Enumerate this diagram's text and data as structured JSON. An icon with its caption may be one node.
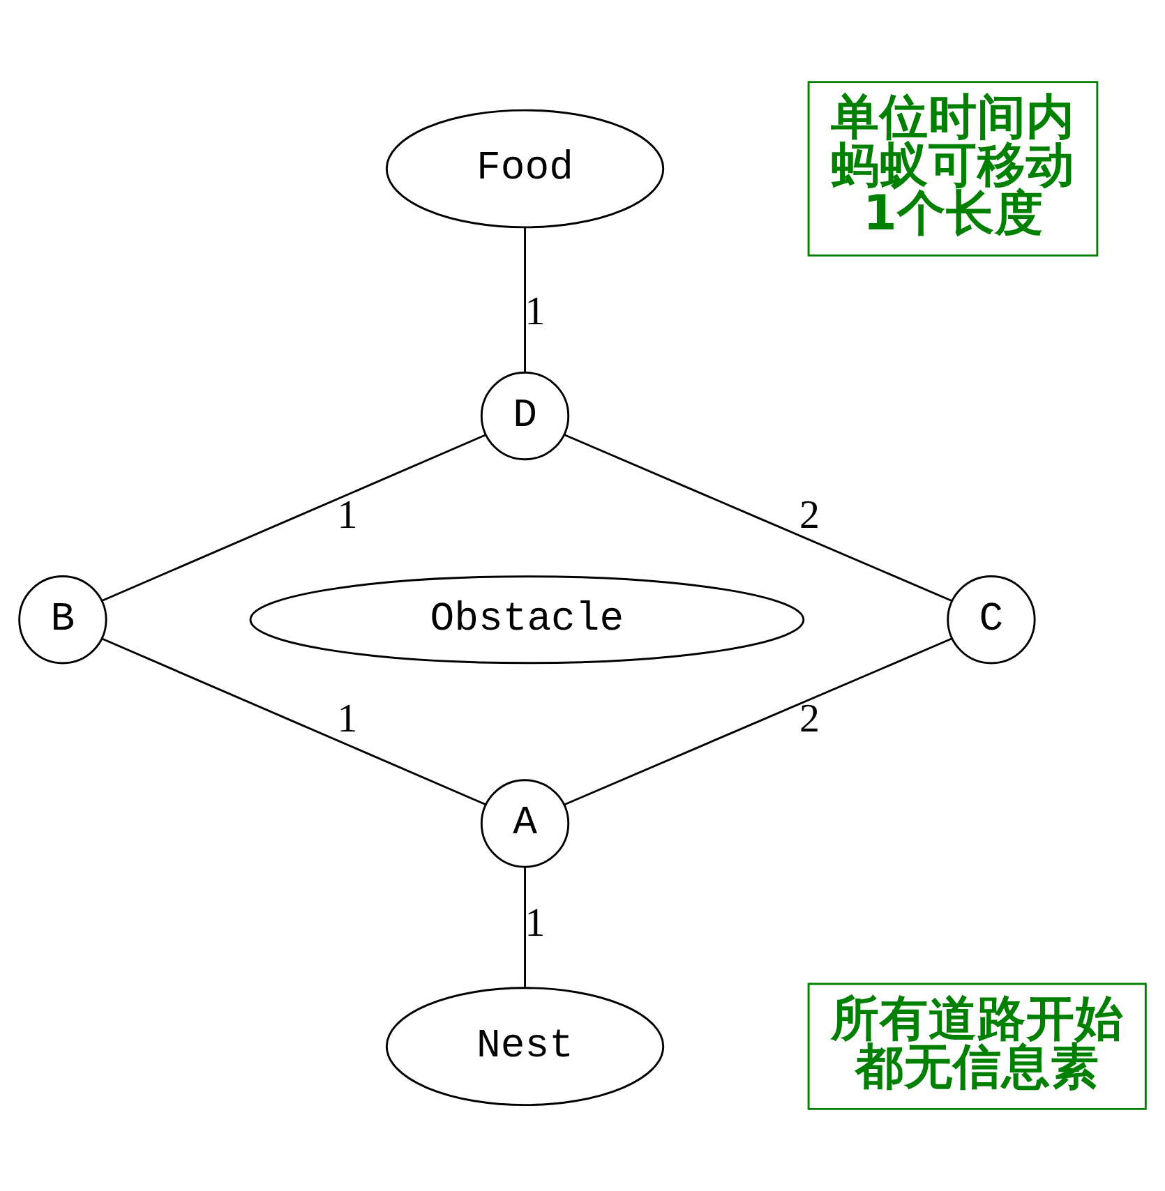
{
  "diagram": {
    "nodes": [
      {
        "text": [
          "Food"
        ]
      },
      {
        "text": [
          "D"
        ]
      },
      {
        "text": [
          "B"
        ]
      },
      {
        "text": [
          "Obstacle"
        ]
      },
      {
        "text": [
          "C"
        ]
      },
      {
        "text": [
          "A"
        ]
      },
      {
        "text": [
          "Nest"
        ]
      },
      {
        "text": [
          "单位时间内蚂蚁可移动1个长度"
        ]
      },
      {
        "text": [
          "所有道路开始都无信息素"
        ]
      }
    ],
    "edges": [
      {
        "from": 0,
        "to": 1,
        "arrow": "none",
        "label": "1"
      },
      {
        "from": 1,
        "to": 2,
        "arrow": "none",
        "label": "1"
      },
      {
        "from": 1,
        "to": 4,
        "arrow": "none",
        "label": "2"
      },
      {
        "from": 2,
        "to": 5,
        "arrow": "none",
        "label": "1"
      },
      {
        "from": 4,
        "to": 5,
        "arrow": "none",
        "label": "2"
      },
      {
        "from": 5,
        "to": 6,
        "arrow": "none",
        "label": "1"
      }
    ]
  }
}
